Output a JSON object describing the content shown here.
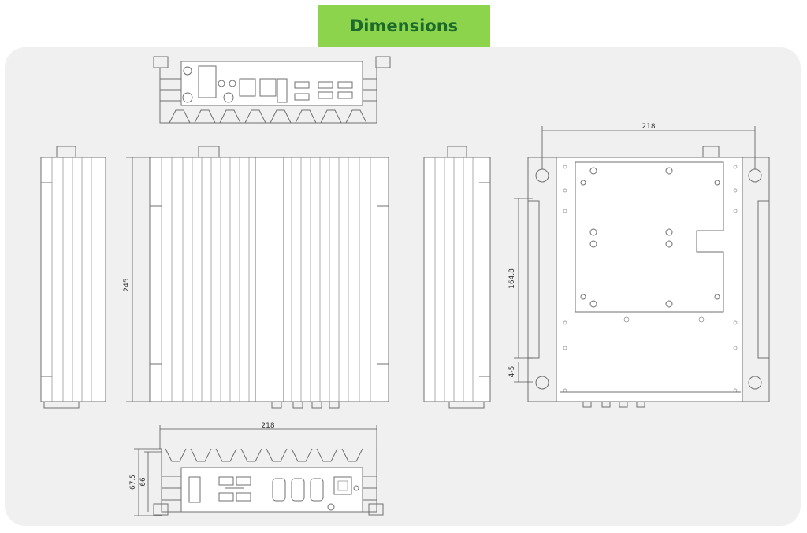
{
  "title": "Dimensions",
  "dimensions": {
    "bottom_view_width": "218",
    "side_view_height": "245",
    "top_view_width": "218",
    "mount_spacing": "164.8",
    "mount_offset": "4-5",
    "rear_height_outer": "67.5",
    "rear_height_inner": "66"
  },
  "colors": {
    "title_background": "#8cd44b",
    "title_text": "#1d6b2c",
    "panel_background": "#f0f0f0",
    "line": "#6f6f6f"
  }
}
